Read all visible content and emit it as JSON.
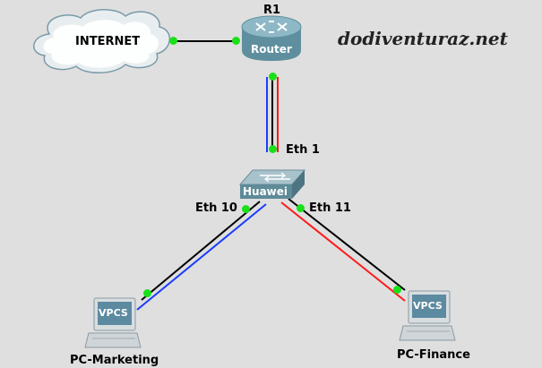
{
  "watermark": "dodiventuraz.net",
  "nodes": {
    "internet": {
      "label": "INTERNET"
    },
    "router": {
      "name": "R1",
      "icon_text": "Router"
    },
    "switch": {
      "icon_text": "Huawei"
    },
    "pc_marketing": {
      "name": "PC-Marketing",
      "icon_text": "VPCS"
    },
    "pc_finance": {
      "name": "PC-Finance",
      "icon_text": "VPCS"
    }
  },
  "interfaces": {
    "switch_uplink": "Eth 1",
    "switch_marketing": "Eth 10",
    "switch_finance": "Eth 11"
  },
  "colors": {
    "background": "#dfdfdf",
    "link": "#000000",
    "port_up": "#19e019",
    "marketing_vlan": "#1a3cff",
    "finance_vlan": "#ff1a1a",
    "router_body": "#5f8f9e",
    "cloud_fill": "#e8eef0"
  }
}
